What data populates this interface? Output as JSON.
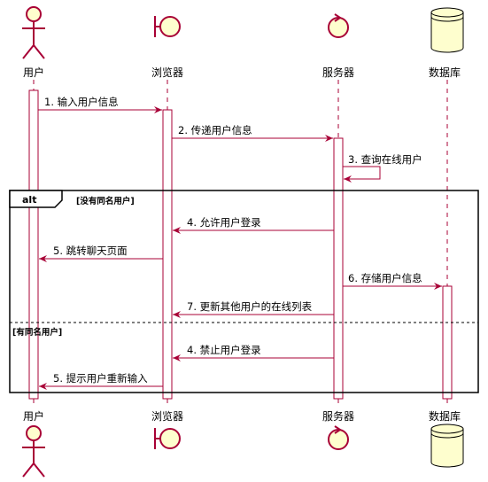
{
  "diagram": {
    "type": "sequence",
    "colors": {
      "stroke": "#A80036",
      "fill": "#FEFECE",
      "lifeline": "#A80036",
      "frame": "#000000"
    },
    "participants": [
      {
        "id": "user",
        "label": "用户",
        "shape": "actor",
        "icon": "actor-stick-figure-icon"
      },
      {
        "id": "browser",
        "label": "浏览器",
        "shape": "boundary",
        "icon": "boundary-icon"
      },
      {
        "id": "server",
        "label": "服务器",
        "shape": "control",
        "icon": "control-icon"
      },
      {
        "id": "db",
        "label": "数据库",
        "shape": "database",
        "icon": "database-cylinder-icon"
      }
    ],
    "messages": [
      {
        "from": "user",
        "to": "browser",
        "label": "1. 输入用户信息"
      },
      {
        "from": "browser",
        "to": "server",
        "label": "2. 传递用户信息"
      },
      {
        "from": "server",
        "to": "server",
        "label": "3. 查询在线用户"
      },
      {
        "from": "server",
        "to": "browser",
        "label": "4. 允许用户登录"
      },
      {
        "from": "browser",
        "to": "user",
        "label": "5. 跳转聊天页面"
      },
      {
        "from": "server",
        "to": "db",
        "label": "6. 存储用户信息"
      },
      {
        "from": "server",
        "to": "browser",
        "label": "7. 更新其他用户的在线列表"
      },
      {
        "from": "server",
        "to": "browser",
        "label": "4. 禁止用户登录"
      },
      {
        "from": "browser",
        "to": "user",
        "label": "5. 提示用户重新输入"
      }
    ],
    "alt": {
      "tag": "alt",
      "guards": [
        "[没有同名用户]",
        "[有同名用户]"
      ]
    }
  }
}
